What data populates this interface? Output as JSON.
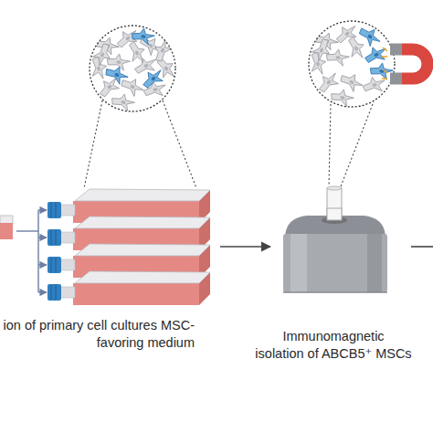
{
  "diagram": {
    "nodes": [
      {
        "text": [
          "ion of primary cell cultures MSC-favoring medium"
        ]
      },
      {
        "text": [
          "Immunomagnetic",
          "isolation of ABCB5⁺ MSCs"
        ]
      }
    ],
    "edges": [
      {
        "from": 0,
        "to": 1,
        "arrow": "to"
      }
    ]
  }
}
